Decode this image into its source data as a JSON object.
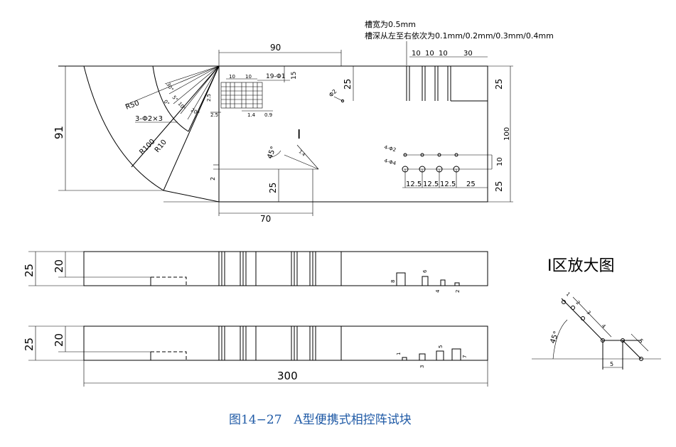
{
  "notes": {
    "groove_width": "槽宽为0.5mm",
    "groove_depth": "槽深从左至右依次为0.1mm/0.2mm/0.3mm/0.4mm"
  },
  "top_view": {
    "dim_90": "90",
    "dim_91": "91",
    "dim_100": "100",
    "dim_70": "70",
    "dim_25_left": "25",
    "dim_25_top": "25",
    "dim_25_right_top": "25",
    "dim_25_right_bot": "25",
    "dim_15": "15",
    "dim_10_right": "10",
    "dim_2": "2",
    "dim_30": "30",
    "dim_10a": "10",
    "dim_10b": "10",
    "dim_10c": "10",
    "dim_12_5a": "12.5",
    "dim_12_5b": "12.5",
    "dim_12_5c": "12.5",
    "dim_25_bottom": "25",
    "holes_small": "4-Φ2",
    "holes_large": "4-Φ4",
    "hole_phi2": "Φ2",
    "holes_19": "19-Φ1",
    "dim_1_4": "1.4",
    "dim_0_9": "0.9",
    "dim_2_5a": "2.5",
    "dim_2_5b": "2.5",
    "dim_10_small_a": "10",
    "dim_10_small_b": "10",
    "r50": "R50",
    "r100": "R100",
    "r10": "R10",
    "holes_3": "3-Φ2×3",
    "ang_30": "30°",
    "ang_20": "20°",
    "ang_5": "5°",
    "ang_10": "10°",
    "ang_0": "0°",
    "ang_45": "45°",
    "zone_label": "I"
  },
  "side_view_1": {
    "dim_25": "25",
    "dim_20": "20",
    "d8": "8",
    "d6": "6",
    "d4": "4",
    "d2": "2"
  },
  "side_view_2": {
    "dim_25": "25",
    "dim_20": "20",
    "dim_300": "300",
    "d1": "1",
    "d3": "3",
    "d5": "5",
    "d7": "7"
  },
  "detail": {
    "title": "I区放大图",
    "d1": "1",
    "d2": "2",
    "d3": "3",
    "d4": "4",
    "d5a": "5",
    "d5b": "5",
    "ang_45": "45°"
  },
  "caption": "图14−27　A型便携式相控阵试块"
}
